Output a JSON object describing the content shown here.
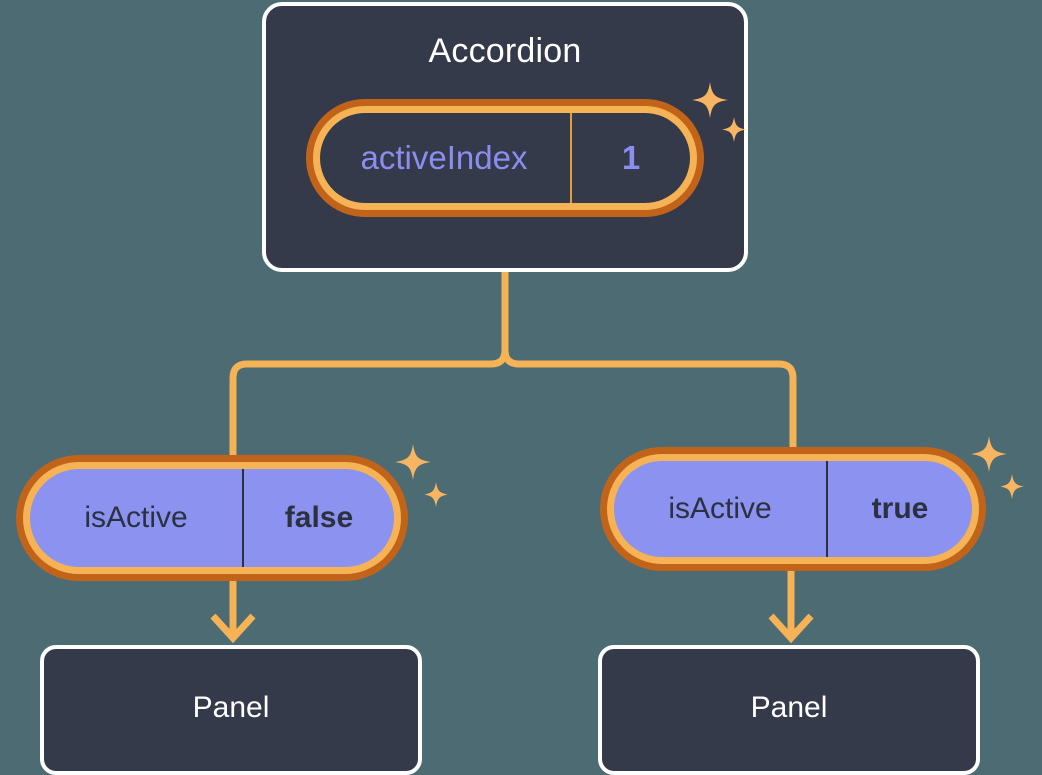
{
  "theme": {
    "background": "#4d6b73",
    "card_fill": "#343a4a",
    "card_border": "#ffffff",
    "ring_outer": "#c2631a",
    "ring_inner": "#f5b356",
    "connector": "#f5b356",
    "pill_fill": "#8b92f0",
    "pill_text": "#2b313f",
    "state_text": "#8b8ef0",
    "state_divider": "#e99b3d",
    "panel_text": "#ffffff"
  },
  "diagram": {
    "type": "component-tree",
    "root": {
      "node_name": "accordion-card",
      "title": "Accordion",
      "state_pill": {
        "key": "activeIndex",
        "value": "1",
        "highlighted": true,
        "sparkle_icon": "sparkle-icon"
      }
    },
    "children": [
      {
        "node_name": "left-branch",
        "prop_pill": {
          "key": "isActive",
          "value": "false",
          "highlighted": true,
          "sparkle_icon": "sparkle-icon"
        },
        "panel": {
          "title": "Panel"
        }
      },
      {
        "node_name": "right-branch",
        "prop_pill": {
          "key": "isActive",
          "value": "true",
          "highlighted": true,
          "sparkle_icon": "sparkle-icon"
        },
        "panel": {
          "title": "Panel"
        }
      }
    ]
  }
}
